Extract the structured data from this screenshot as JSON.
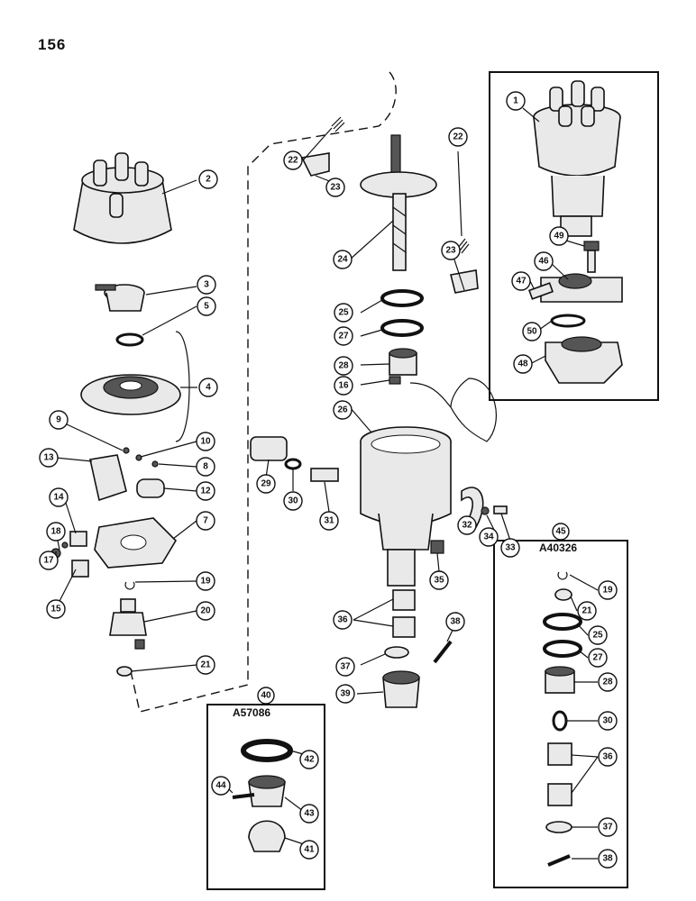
{
  "page_number": "156",
  "kits": {
    "k40": {
      "number": "40",
      "code": "A57086"
    },
    "k45": {
      "number": "45",
      "code": "A40326"
    }
  },
  "callouts": {
    "c1": "1",
    "c2": "2",
    "c3": "3",
    "c4": "4",
    "c5": "5",
    "c7": "7",
    "c8": "8",
    "c9": "9",
    "c10": "10",
    "c12": "12",
    "c13": "13",
    "c14": "14",
    "c15": "15",
    "c16": "16",
    "c17": "17",
    "c18": "18",
    "c19": "19",
    "c20": "20",
    "c21": "21",
    "c22a": "22",
    "c22b": "22",
    "c23a": "23",
    "c23b": "23",
    "c24": "24",
    "c25": "25",
    "c26": "26",
    "c27": "27",
    "c28": "28",
    "c29": "29",
    "c30": "30",
    "c31": "31",
    "c32": "32",
    "c33": "33",
    "c34": "34",
    "c35": "35",
    "c36": "36",
    "c37": "37",
    "c38": "38",
    "c39": "39",
    "c41": "41",
    "c42": "42",
    "c43": "43",
    "c44": "44",
    "c46": "46",
    "c47": "47",
    "c48": "48",
    "c49": "49",
    "c50": "50",
    "k19": "19",
    "k21": "21",
    "k25": "25",
    "k27": "27",
    "k28": "28",
    "k30": "30",
    "k36": "36",
    "k37": "37",
    "k38": "38"
  }
}
